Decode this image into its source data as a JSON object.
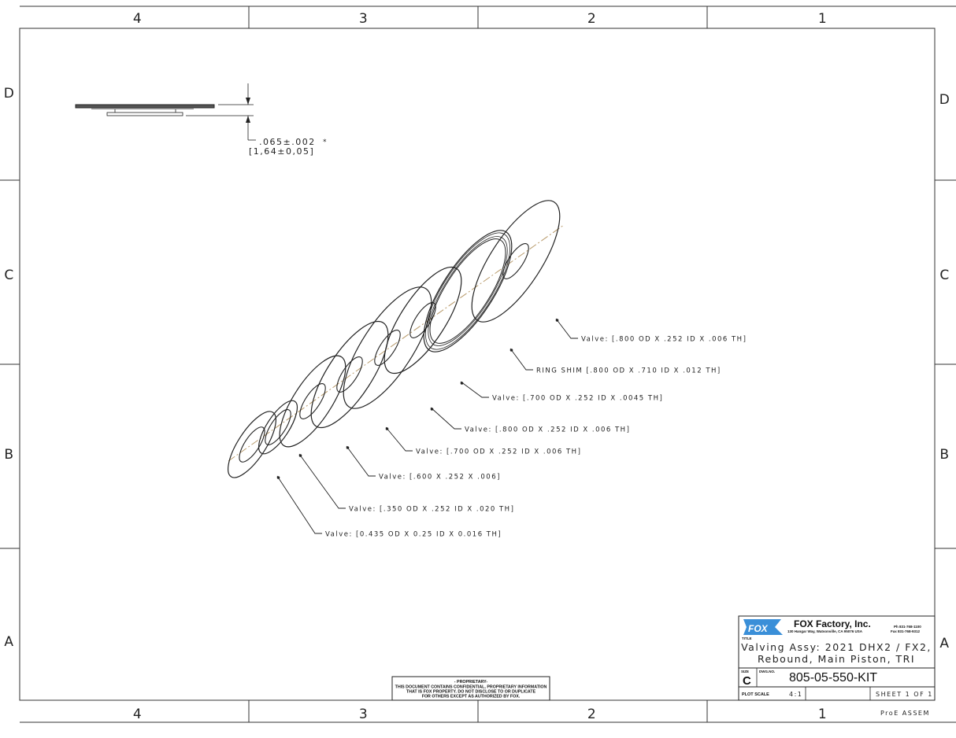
{
  "zones": {
    "columns": [
      "4",
      "3",
      "2",
      "1"
    ],
    "rows": [
      "D",
      "C",
      "B",
      "A"
    ]
  },
  "dimension": {
    "imperial": ".065±.002",
    "metric": "[1,64±0,05]",
    "note_mark": "*"
  },
  "callouts": [
    {
      "text": "Valve: [0.435 OD X 0.25 ID X 0.016 TH]",
      "od": 0.435,
      "id": 0.25
    },
    {
      "text": "Valve: [.350 OD X .252 ID X .020 TH]",
      "od": 0.35,
      "id": 0.252
    },
    {
      "text": "Valve: [.600 X .252 X .006]",
      "od": 0.6,
      "id": 0.252
    },
    {
      "text": "Valve: [.700 OD X .252 ID X .006 TH]",
      "od": 0.7,
      "id": 0.252
    },
    {
      "text": "Valve: [.800 OD X .252 ID X .006 TH]",
      "od": 0.8,
      "id": 0.252
    },
    {
      "text": "Valve: [.700 OD X .252 ID X .0045 TH]",
      "od": 0.7,
      "id": 0.252
    },
    {
      "text": "RING SHIM [.800 OD X .710 ID X .012 TH]",
      "od": 0.8,
      "id": 0.71
    },
    {
      "text": "Valve: [.800 OD X .252 ID X .006 TH]",
      "od": 0.8,
      "id": 0.252
    }
  ],
  "proprietary": {
    "heading": "- PROPRIETARY-",
    "line1": "THIS DOCUMENT CONTAINS CONFIDENTIAL, PROPRIETARY INFORMATION",
    "line2": "THAT IS FOX PROPERTY.  DO NOT DISCLOSE TO OR DUPLICATE",
    "line3": "FOR OTHERS EXCEPT AS AUTHORIZED BY FOX."
  },
  "title_block": {
    "logo_text": "FOX",
    "company": "FOX Factory, Inc.",
    "address": "130 Hangar Way, Watsonville, CA 95076 USA",
    "phone": "Ph 831-768-1100",
    "fax": "Fax 831-768-9312",
    "title_label": "TITLE",
    "title_line1": "Valving Assy: 2021 DHX2 / FX2,",
    "title_line2": "Rebound, Main Piston, TRI",
    "size_label": "SIZE",
    "size": "C",
    "dwg_no_label": "DWG.NO.",
    "dwg_no": "805-05-550-KIT",
    "plot_scale_label": "PLOT SCALE",
    "plot_scale": "4:1",
    "sheet": "SHEET 1 OF 1",
    "source": "ProE ASSEM",
    "logo_color": "#3a8fd8"
  }
}
